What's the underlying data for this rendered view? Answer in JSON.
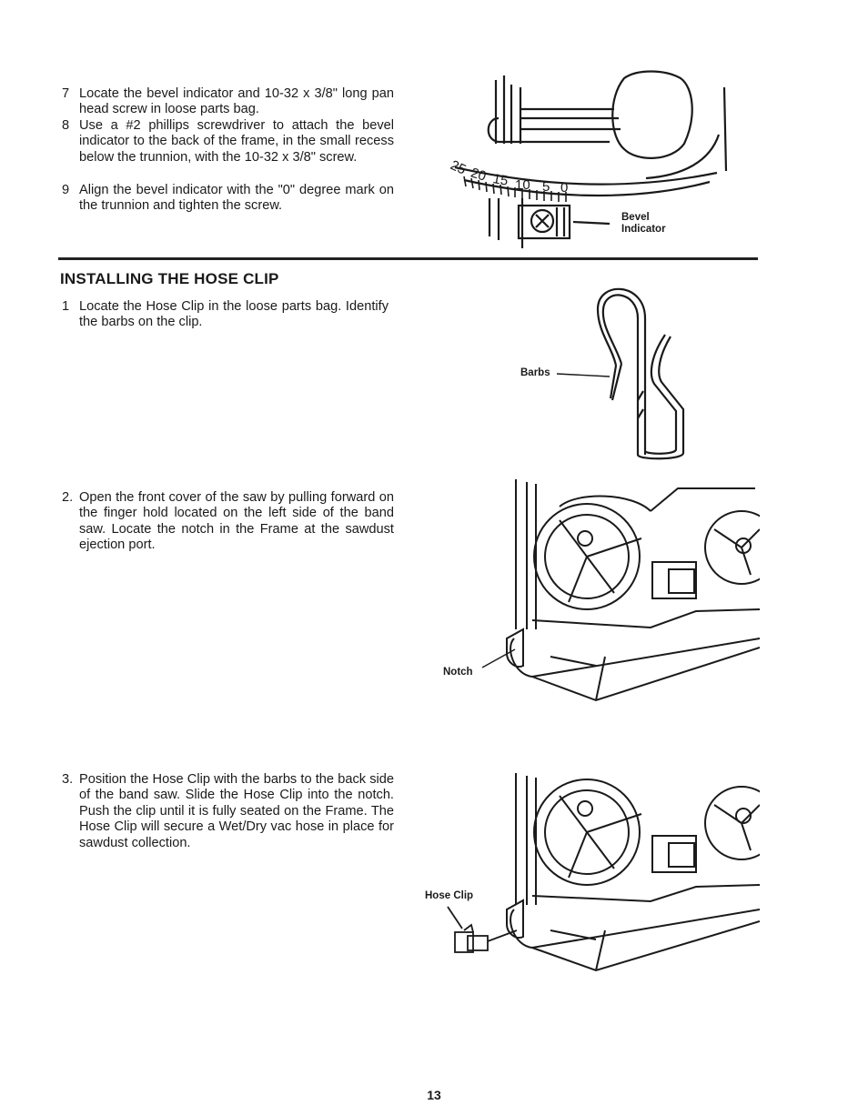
{
  "steps_top": [
    {
      "num": "7",
      "text": "Locate the bevel indicator and 10-32 x 3/8\" long pan head screw in loose parts bag."
    },
    {
      "num": "8",
      "text": "Use a #2 phillips screwdriver to attach the bevel indicator to the back of the frame, in the small recess below the trunnion, with the 10-32 x 3/8\" screw."
    },
    {
      "num": "9",
      "text": "Align the bevel indicator with the \"0\" degree mark on the trunnion and tighten the screw."
    }
  ],
  "section_title": "INSTALLING THE HOSE CLIP",
  "steps_hose": [
    {
      "num": "1",
      "text": "Locate the Hose Clip in the loose parts bag. Identify the barbs on the clip."
    },
    {
      "num": "2.",
      "text": "Open the front cover of the saw by pulling forward on the finger hold located on the left side of the band saw. Locate the notch in the Frame at the sawdust ejection port."
    },
    {
      "num": "3.",
      "text": "Position the Hose Clip with the barbs to the back side of the band saw. Slide the Hose Clip into the notch. Push the clip until it is fully seated on the Frame. The Hose Clip will secure a Wet/Dry vac hose in place for sawdust collection."
    }
  ],
  "figure_labels": {
    "bevel_line1": "Bevel",
    "bevel_line2": "Indicator",
    "barbs": "Barbs",
    "notch": "Notch",
    "hose_clip": "Hose Clip",
    "scale": [
      "25",
      "20",
      "15",
      "10",
      "5",
      "0"
    ]
  },
  "page_number": "13"
}
